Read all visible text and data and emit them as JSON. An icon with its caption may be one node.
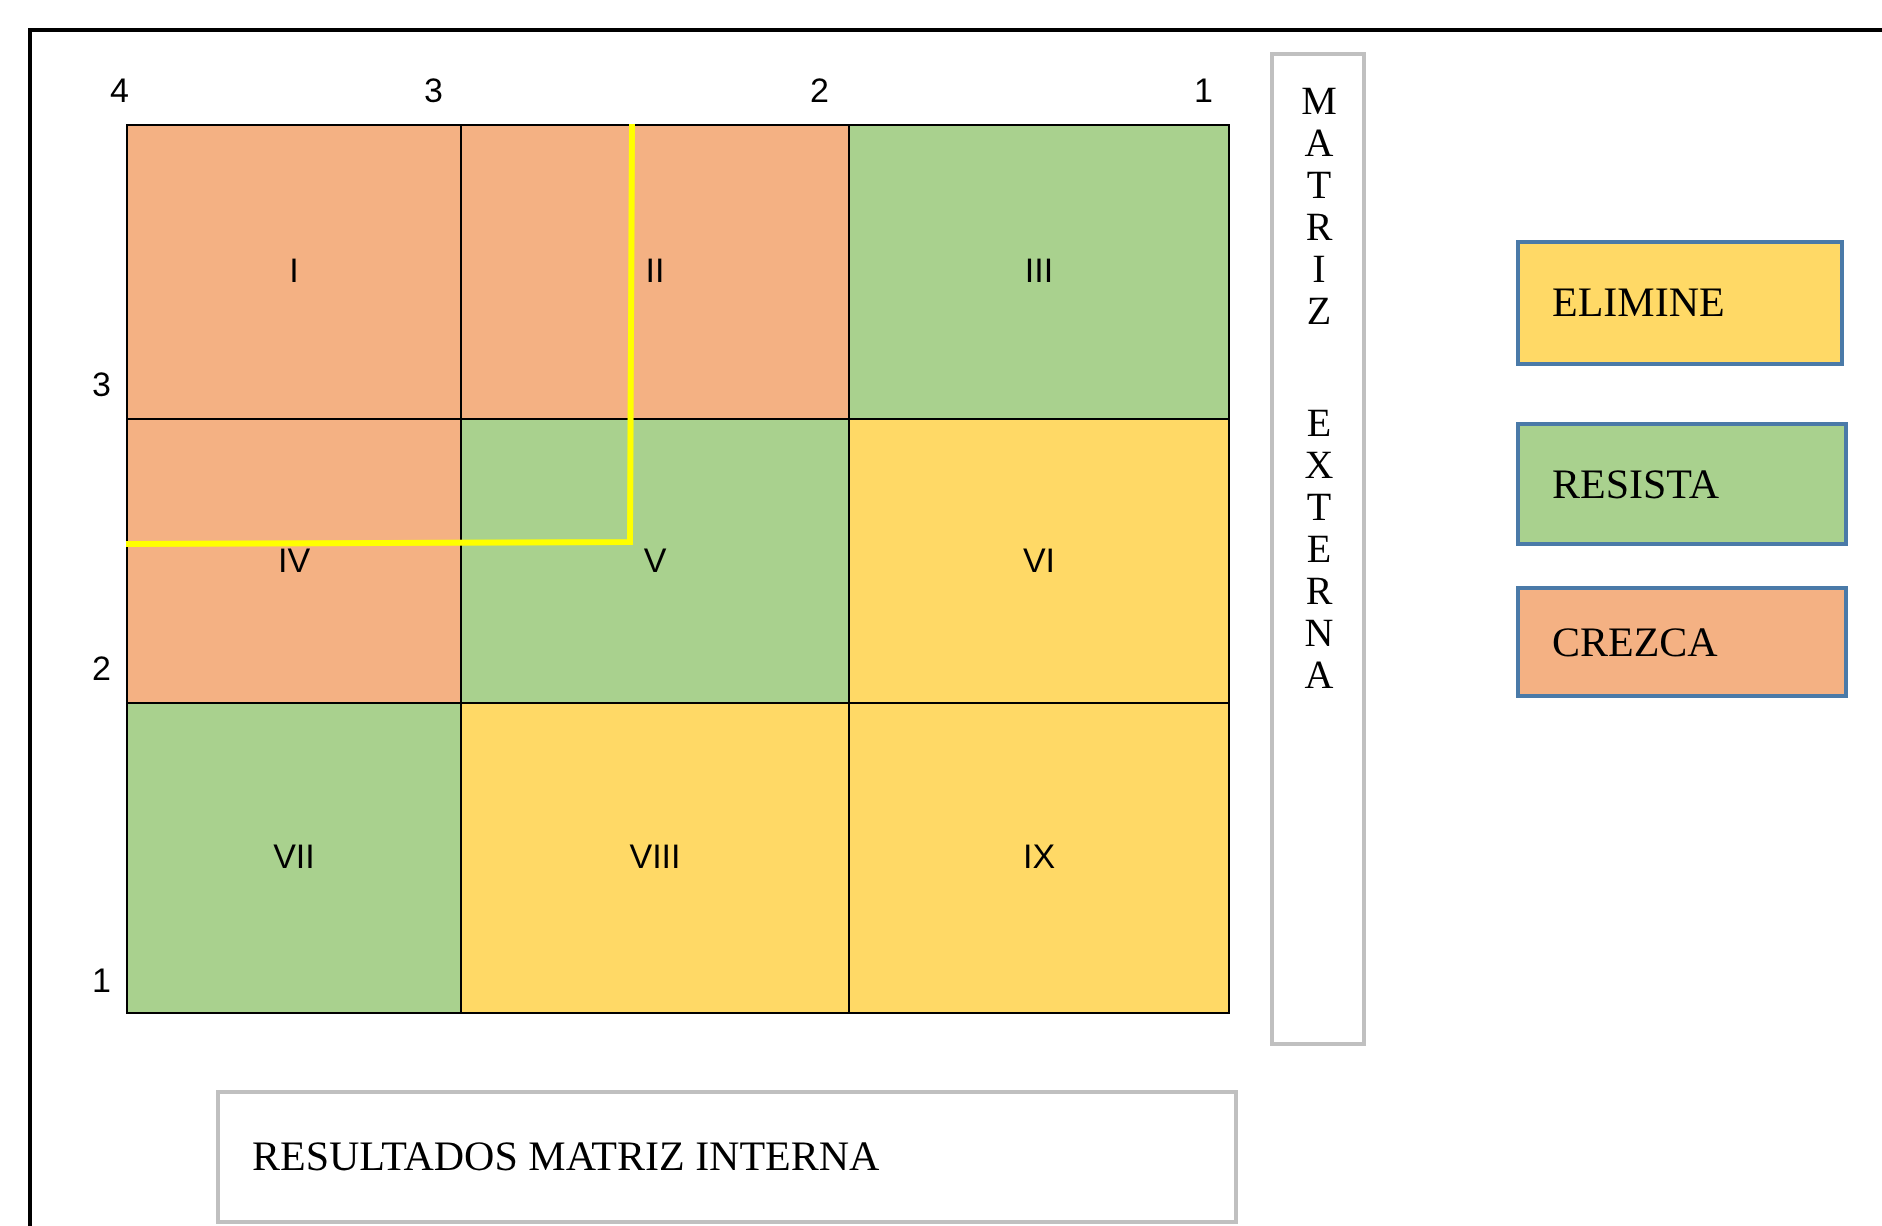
{
  "diagram": {
    "nodes": [
      {
        "text": [
          "I"
        ]
      },
      {
        "text": [
          "II"
        ]
      },
      {
        "text": [
          "III"
        ]
      },
      {
        "text": [
          "IV"
        ]
      },
      {
        "text": [
          "V"
        ]
      },
      {
        "text": [
          "VI"
        ]
      },
      {
        "text": [
          "VII"
        ]
      },
      {
        "text": [
          "VIII"
        ]
      },
      {
        "text": [
          "IX"
        ]
      },
      {
        "text": [
          "MATRIZ EXTERNA"
        ]
      },
      {
        "text": [
          "RESULTADOS MATRIZ INTERNA"
        ]
      }
    ],
    "edges": [],
    "labels": [
      "4",
      "3",
      "2",
      "1",
      "3",
      "2",
      "1"
    ],
    "legend": [
      {
        "text": "ELIMINE",
        "color": "#ffd966"
      },
      {
        "text": "RESISTA",
        "color": "#a9d18e"
      },
      {
        "text": "CREZCA",
        "color": "#f4b183"
      }
    ]
  }
}
